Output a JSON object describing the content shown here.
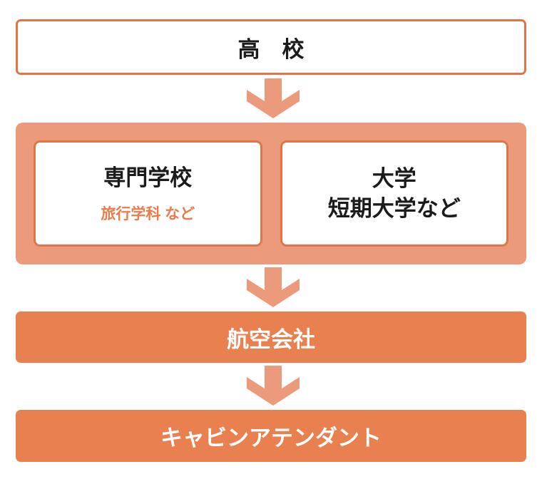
{
  "diagram": {
    "kind": "career-path-flowchart",
    "top_box": {
      "label": "高　校"
    },
    "education_group": {
      "options": [
        {
          "id": "vocational-school",
          "title": "専門学校",
          "note": "旅行学科 など"
        },
        {
          "id": "university",
          "title": "大学",
          "title2": "短期大学など"
        }
      ]
    },
    "company_box": {
      "label": "航空会社"
    },
    "career_box": {
      "label": "キャビンアテンダント"
    }
  },
  "icons": {
    "down_arrow": "down-arrow"
  },
  "colors": {
    "accent_orange": "#E8814F",
    "salmon": "#EC9A7C",
    "border_orange": "#E0754A",
    "note_orange": "#E87C4B",
    "text_black": "#1B1B1B",
    "text_white": "#FFFFFF",
    "background": "#FFFFFF"
  }
}
